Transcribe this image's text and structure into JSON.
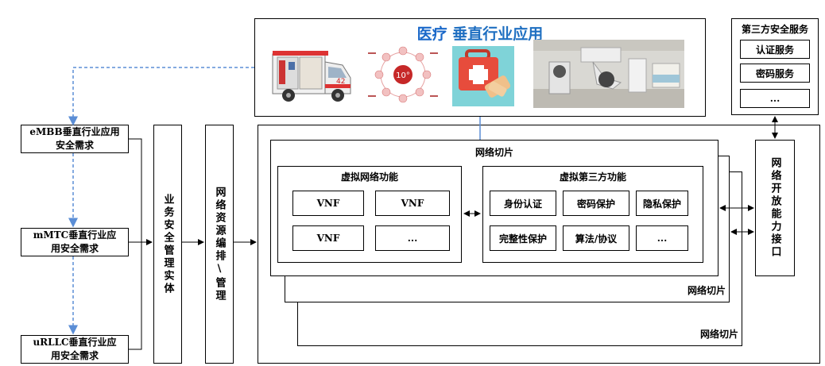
{
  "medical_app": {
    "title_prefix": "医疗",
    "title_suffix": " 垂直行业应用",
    "images": [
      "ambulance-image",
      "medical-infographic-image",
      "first-aid-kit-image",
      "operating-room-image"
    ],
    "infographic_text": "10°"
  },
  "third_party": {
    "title": "第三方安全服务",
    "items": [
      "认证服务",
      "密码服务",
      "..."
    ]
  },
  "requirements": {
    "embb": "eMBB垂直行业应用安全需求",
    "mmtc": "mMTC垂直行业应用安全需求",
    "urllc": "uRLLC垂直行业应用安全需求"
  },
  "entities": {
    "service_security": "业务安全管理实体",
    "orchestration": "网络资源编排\\管理"
  },
  "slice": {
    "title": "网络切片",
    "back1_title": "网络切片",
    "back2_title": "网络切片",
    "vnf_group": {
      "title": "虚拟网络功能",
      "items": [
        "VNF",
        "VNF",
        "VNF",
        "..."
      ]
    },
    "third_group": {
      "title": "虚拟第三方功能",
      "items": [
        "身份认证",
        "密码保护",
        "隐私保护",
        "完整性保护",
        "算法/协议",
        "..."
      ]
    }
  },
  "open_interface": "网络开放能力接口",
  "colors": {
    "accent_blue": "#1f6fc1",
    "dashed_arrow": "#5b8ed6"
  }
}
